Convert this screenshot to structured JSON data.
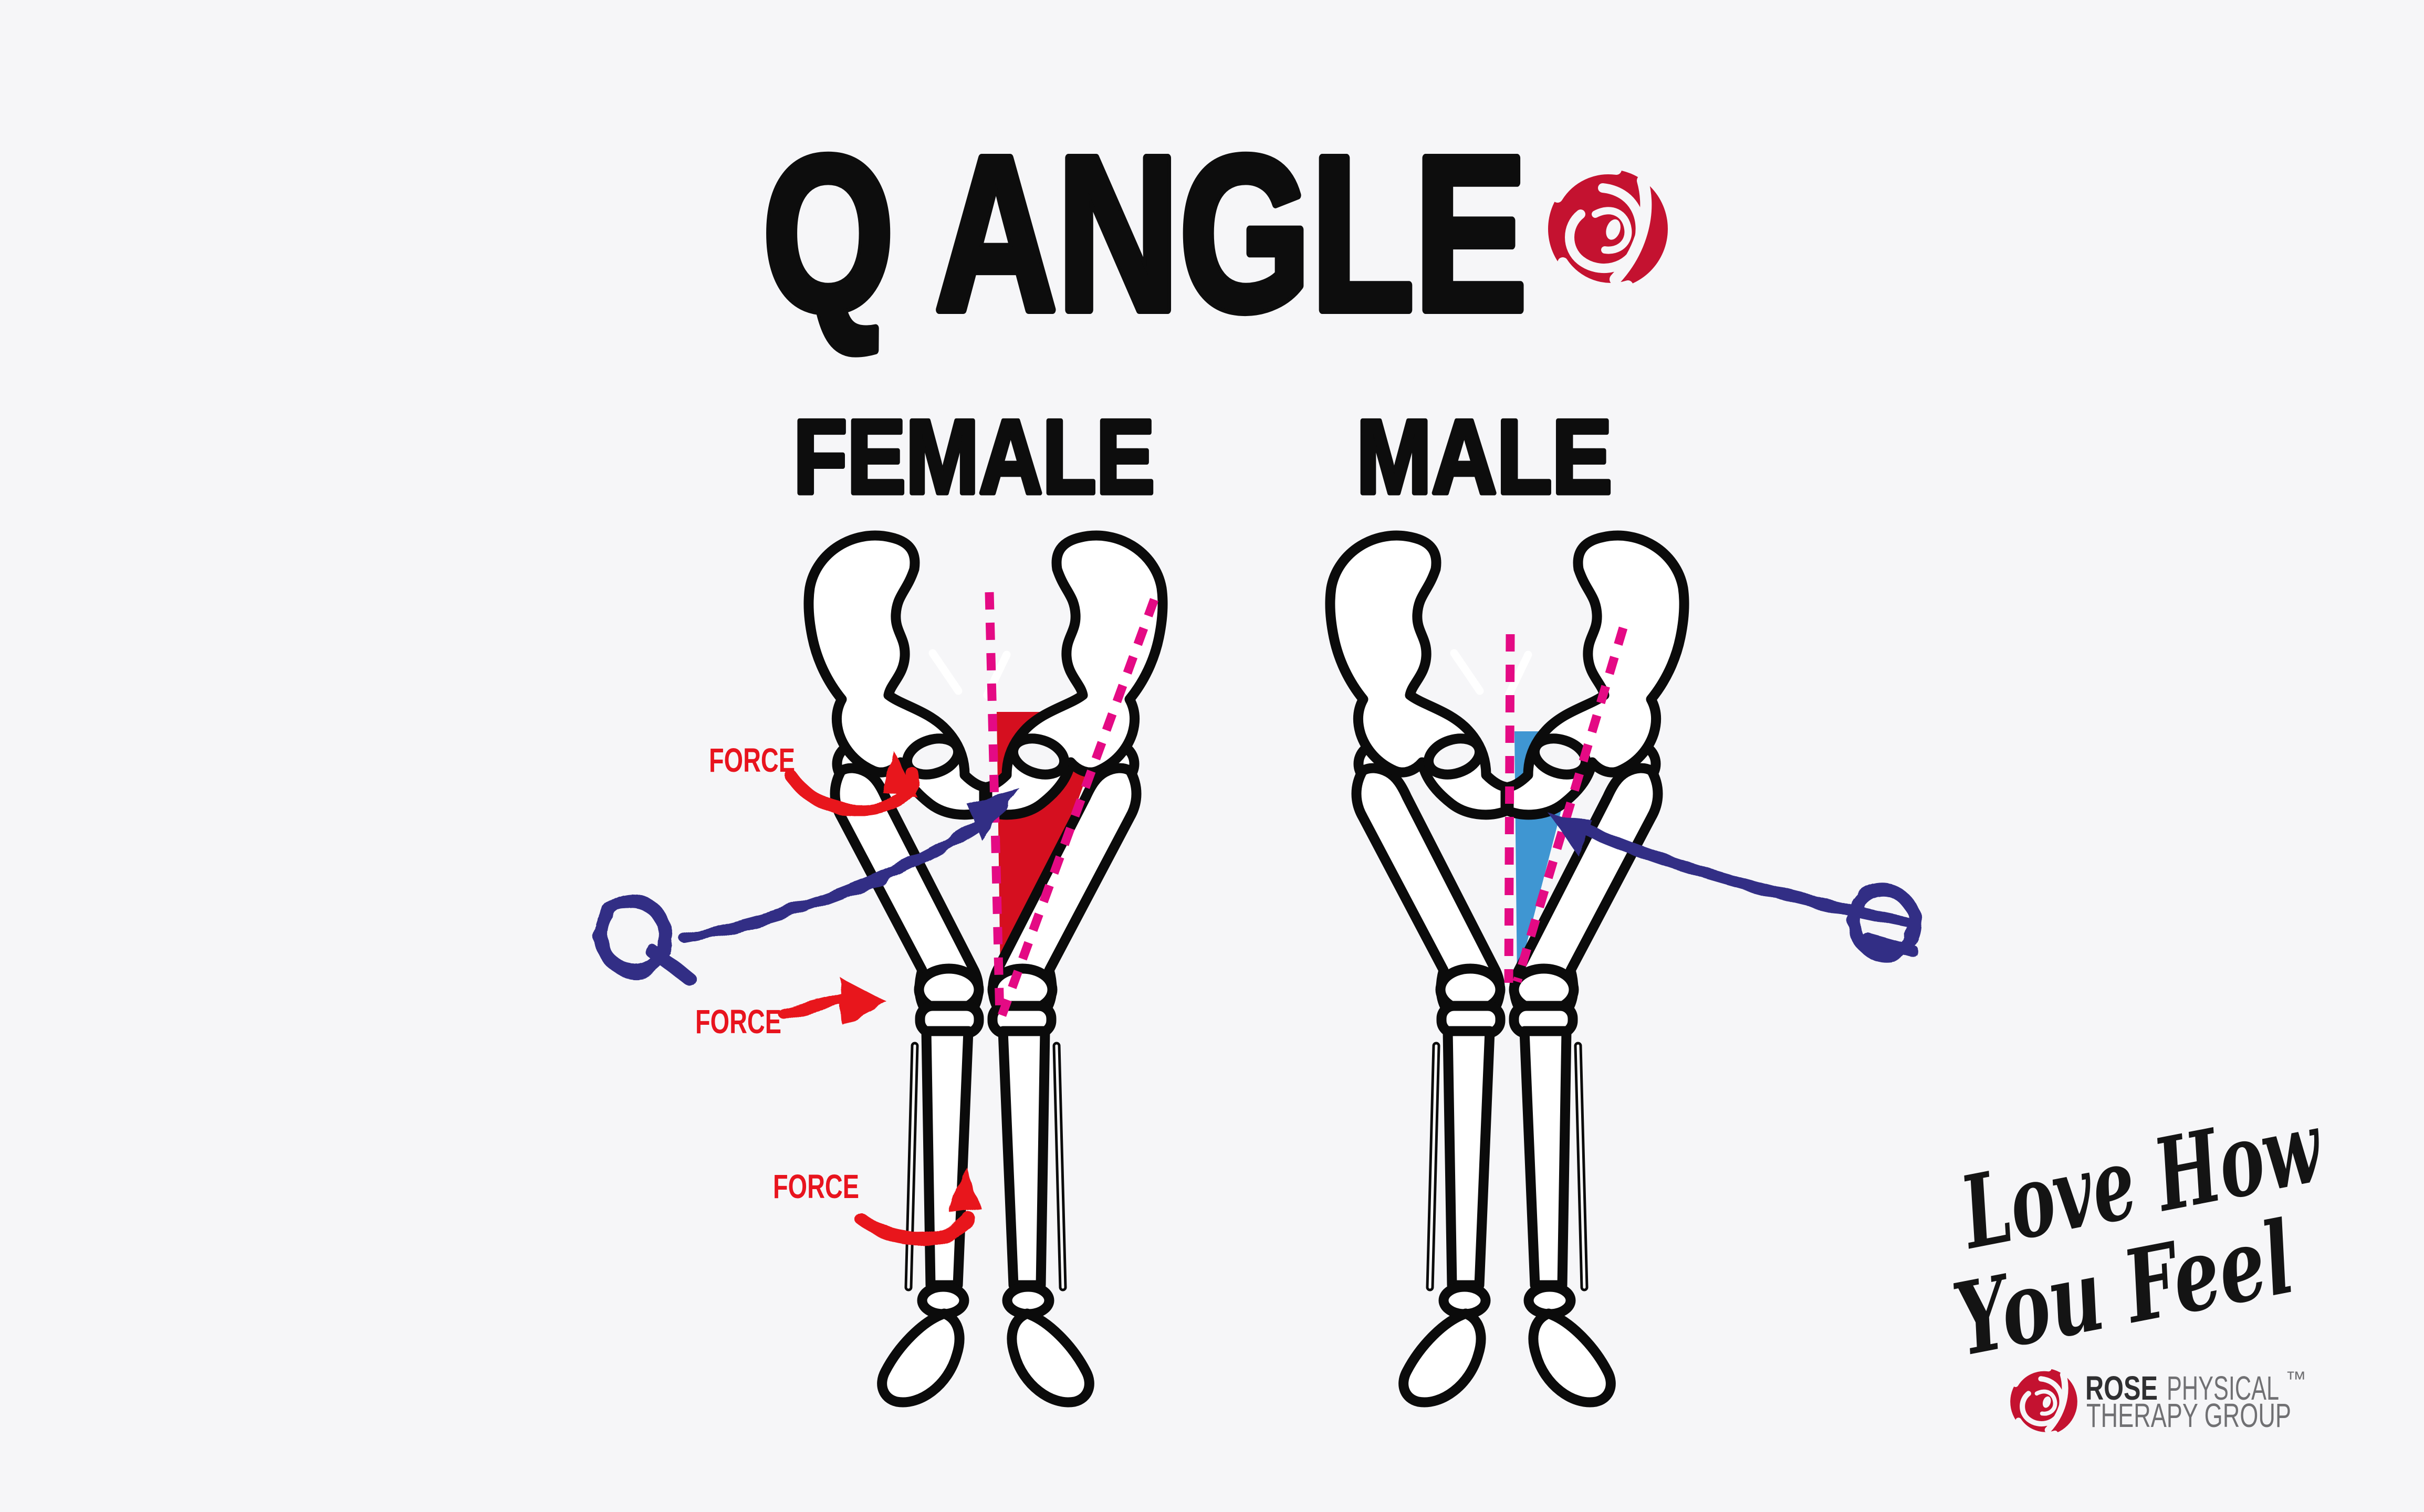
{
  "title": "Q ANGLE",
  "columns": {
    "female": "FEMALE",
    "male": "MALE"
  },
  "labels": {
    "force": "FORCE",
    "q_annotation": "Q"
  },
  "diagram": {
    "type": "q-angle anatomical comparison",
    "female_q_angle_shape": "wide red wedge between pelvis and knee",
    "male_q_angle_shape": "narrow blue wedge between pelvis and knee",
    "reference_lines": "magenta dashed vertical line and femur-axis line meeting at the knee"
  },
  "footer": {
    "tagline_line1": "Love How",
    "tagline_line2": "You Feel",
    "brand_primary": "ROSE",
    "brand_secondary": "PHYSICAL",
    "trademark": "™",
    "brand_line2": "THERAPY GROUP"
  },
  "colors": {
    "background": "#f6f6f8",
    "ink": "#0d0d0d",
    "bone_fill": "#ffffff",
    "bone_outline": "#0b0b0b",
    "female_angle_fill": "#d50f1f",
    "male_angle_fill": "#3f96d2",
    "dashed_line": "#e40a84",
    "force_red": "#e8141e",
    "annotation_navy": "#312e85",
    "rose_red": "#c41230",
    "brand_dark": "#2f2f31",
    "brand_gray": "#707073",
    "script_black": "#141414",
    "v_mark_white": "#ffffff"
  }
}
